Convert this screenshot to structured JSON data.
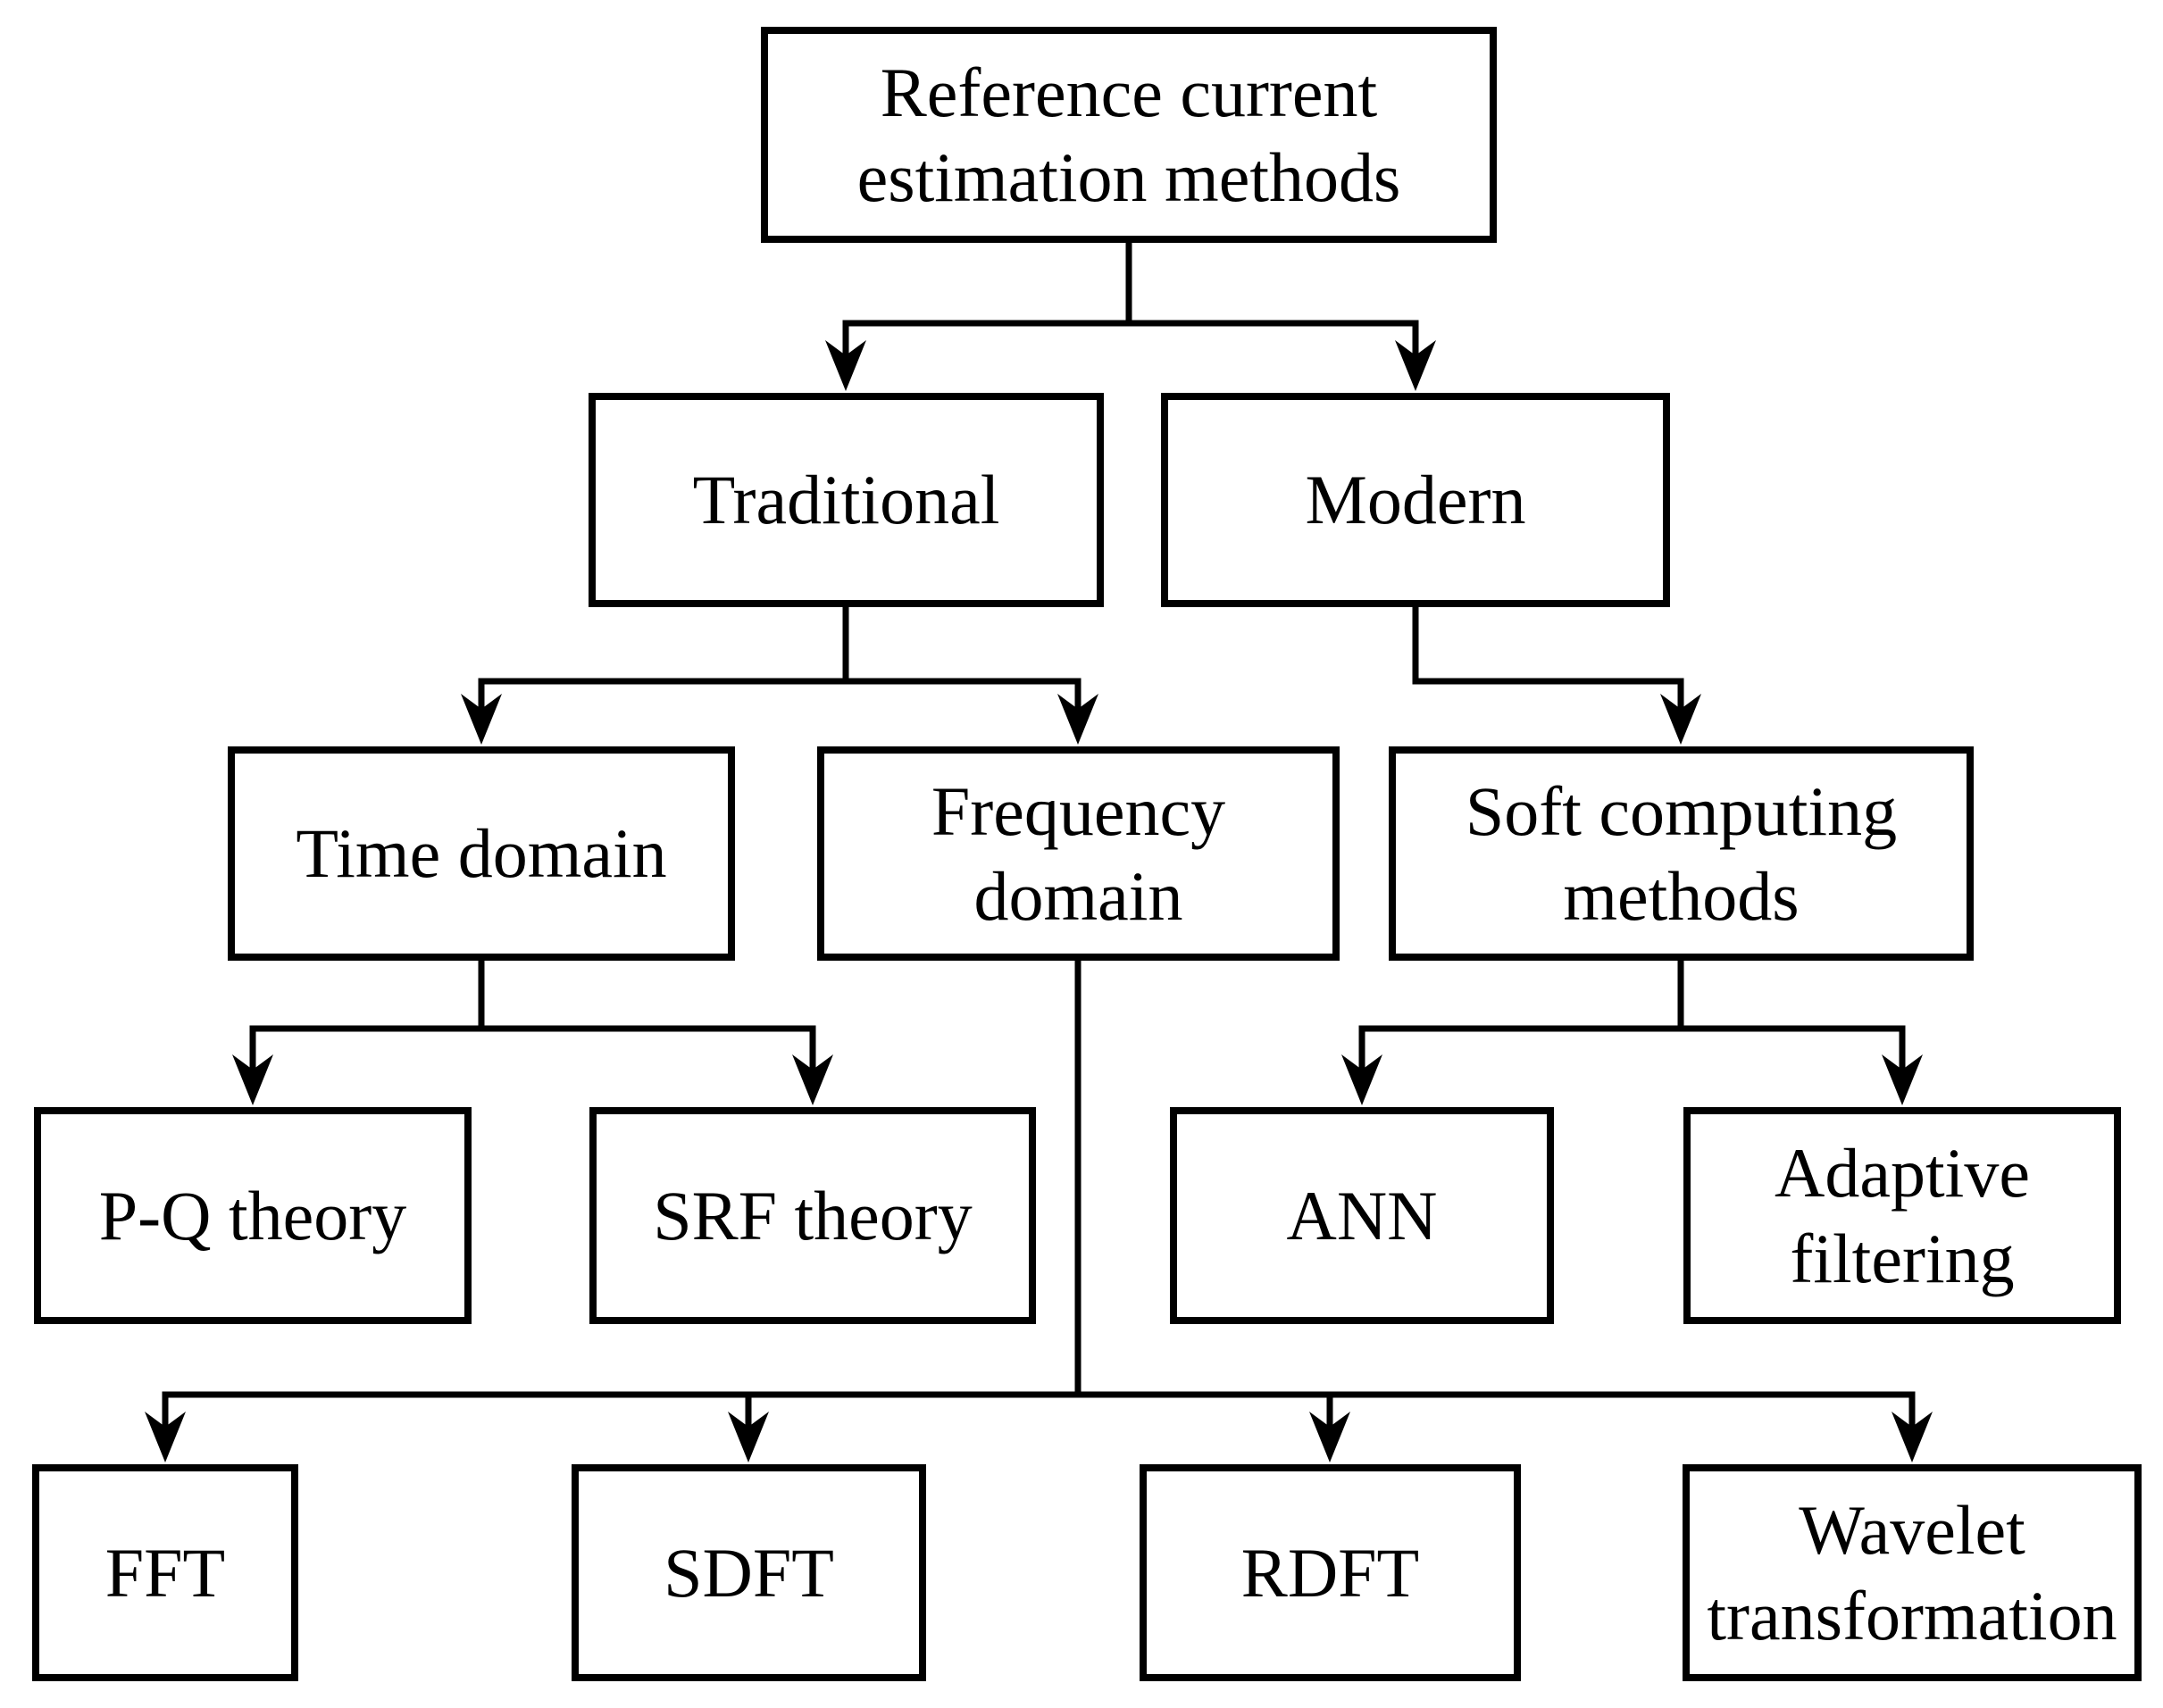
{
  "diagram": {
    "type": "flowchart-tree",
    "background_color": "#ffffff",
    "line_color": "#000000",
    "box_fill_color": "#ffffff",
    "box_border_color": "#000000",
    "nodes": {
      "root": {
        "label": "Reference current\nestimation methods"
      },
      "traditional": {
        "label": "Traditional"
      },
      "modern": {
        "label": "Modern"
      },
      "time_domain": {
        "label": "Time domain"
      },
      "frequency_domain": {
        "label": "Frequency\ndomain"
      },
      "soft_computing": {
        "label": "Soft computing\nmethods"
      },
      "pq_theory": {
        "label": "P-Q theory"
      },
      "srf_theory": {
        "label": "SRF theory"
      },
      "ann": {
        "label": "ANN"
      },
      "adaptive_filtering": {
        "label": "Adaptive\nfiltering"
      },
      "fft": {
        "label": "FFT"
      },
      "sdft": {
        "label": "SDFT"
      },
      "rdft": {
        "label": "RDFT"
      },
      "wavelet": {
        "label": "Wavelet\ntransformation"
      }
    },
    "edges": [
      {
        "from": "root",
        "to": "traditional"
      },
      {
        "from": "root",
        "to": "modern"
      },
      {
        "from": "traditional",
        "to": "time_domain"
      },
      {
        "from": "traditional",
        "to": "frequency_domain"
      },
      {
        "from": "modern",
        "to": "soft_computing"
      },
      {
        "from": "time_domain",
        "to": "pq_theory"
      },
      {
        "from": "time_domain",
        "to": "srf_theory"
      },
      {
        "from": "soft_computing",
        "to": "ann"
      },
      {
        "from": "soft_computing",
        "to": "adaptive_filtering"
      },
      {
        "from": "frequency_domain",
        "to": "fft"
      },
      {
        "from": "frequency_domain",
        "to": "sdft"
      },
      {
        "from": "frequency_domain",
        "to": "rdft"
      },
      {
        "from": "frequency_domain",
        "to": "wavelet"
      }
    ]
  }
}
